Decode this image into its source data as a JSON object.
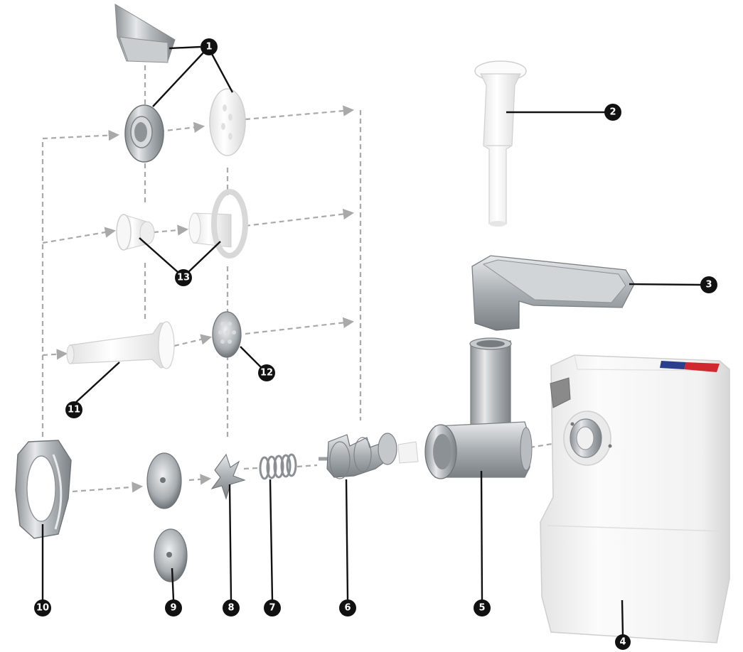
{
  "callouts": [
    {
      "id": "c1",
      "label": "1"
    },
    {
      "id": "c2",
      "label": "2"
    },
    {
      "id": "c3",
      "label": "3"
    },
    {
      "id": "c4",
      "label": "4"
    },
    {
      "id": "c5",
      "label": "5"
    },
    {
      "id": "c6",
      "label": "6"
    },
    {
      "id": "c7",
      "label": "7"
    },
    {
      "id": "c8",
      "label": "8"
    },
    {
      "id": "c9",
      "label": "9"
    },
    {
      "id": "c10",
      "label": "10"
    },
    {
      "id": "c11",
      "label": "11"
    },
    {
      "id": "c12",
      "label": "12"
    },
    {
      "id": "c13",
      "label": "13"
    }
  ],
  "colors": {
    "callout_fill": "#111111",
    "callout_text": "#ffffff",
    "guide_line": "#a9a9a9",
    "metal": "#b9bdc1",
    "plastic": "#f2f2f2",
    "housing": "#f4f4f4",
    "control_red": "#d0282e",
    "control_blue": "#2b3f8c"
  }
}
